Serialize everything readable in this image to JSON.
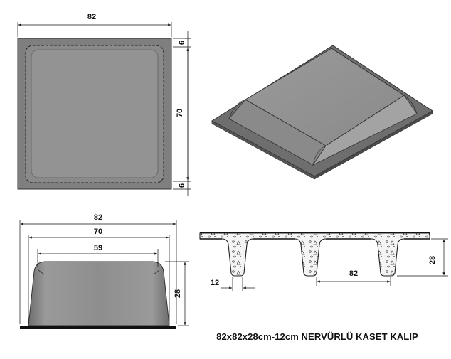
{
  "top_view": {
    "width_label": "82",
    "inner_label": "70",
    "rim_top_label": "6",
    "rim_bottom_label": "6"
  },
  "side_view": {
    "overall_label": "82",
    "base_label": "70",
    "top_label": "59",
    "height_label": "28"
  },
  "section_view": {
    "rib_width_label": "12",
    "spacing_label": "82",
    "depth_label": "28"
  },
  "product_title": "82x82x28cm-12cm NERVÜRLÜ KASET KALIP",
  "colors": {
    "mold_fill": "#8c8c8c",
    "mold_inner": "#969696",
    "rim_fill": "#7b7b7b",
    "outline": "#222222",
    "concrete": "#f2f2f2"
  }
}
